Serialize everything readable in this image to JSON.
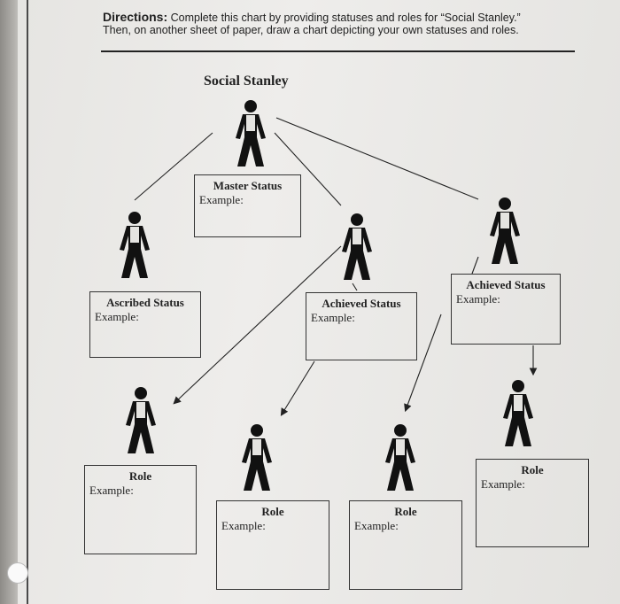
{
  "directions": {
    "label": "Directions:",
    "line1": "Complete this chart by providing statuses and roles for “Social Stanley.”",
    "line2": "Then, on another sheet of paper, draw a chart depicting your own statuses and roles."
  },
  "title": "Social Stanley",
  "boxes": {
    "master": {
      "heading": "Master Status",
      "example": "Example:"
    },
    "ascribed": {
      "heading": "Ascribed Status",
      "example": "Example:"
    },
    "achieved1": {
      "heading": "Achieved Status",
      "example": "Example:"
    },
    "achieved2": {
      "heading": "Achieved Status",
      "example": "Example:"
    },
    "role1": {
      "heading": "Role",
      "example": "Example:"
    },
    "role2": {
      "heading": "Role",
      "example": "Example:"
    },
    "role3": {
      "heading": "Role",
      "example": "Example:"
    },
    "role4": {
      "heading": "Role",
      "example": "Example:"
    }
  },
  "colors": {
    "ink": "#222222",
    "figure": "#111111",
    "paper": "#eeedeb"
  }
}
